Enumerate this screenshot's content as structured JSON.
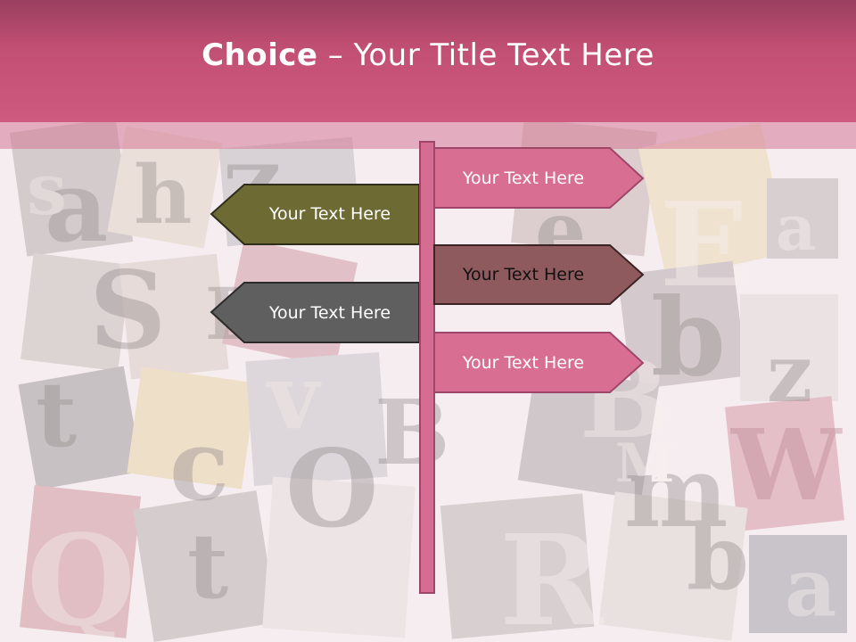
{
  "title": {
    "bold": "Choice",
    "separator": " – ",
    "rest": "Your Title Text Here"
  },
  "signs": {
    "left_top": "Your Text Here",
    "left_bottom": "Your Text Here",
    "right_1": "Your Text Here",
    "right_2": "Your Text Here",
    "right_3": "Your Text Here"
  },
  "colors": {
    "header": "#c24f74",
    "pole": "#d56d92",
    "olive_sign": "#6e6a34",
    "gray_sign": "#5f5f5f",
    "pink_sign": "#d86f93",
    "mauve_sign": "#8f5a5d"
  },
  "background": {
    "collage_letters": [
      "a",
      "h",
      "S",
      "B",
      "Z",
      "c",
      "O",
      "t",
      "v",
      "Q",
      "E",
      "B",
      "m",
      "W",
      "b",
      "z",
      "t",
      "R",
      "e",
      "b",
      "M",
      "a",
      "B",
      "s",
      "a"
    ]
  }
}
